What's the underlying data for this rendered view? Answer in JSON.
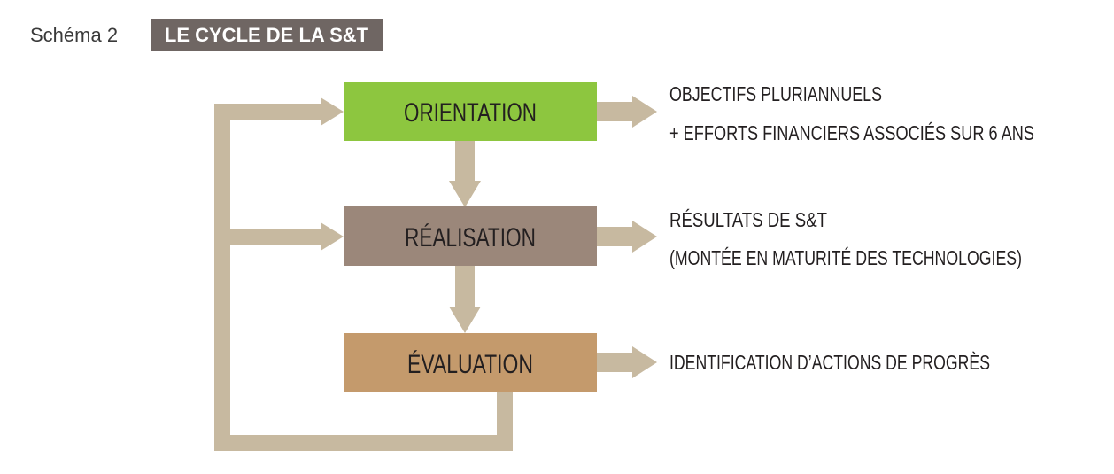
{
  "header": {
    "label": "Schéma 2",
    "title": "LE CYCLE DE LA S&T"
  },
  "steps": [
    {
      "label": "ORIENTATION",
      "color": "#8dc63f",
      "outputs": [
        "OBJECTIFS PLURIANNUELS",
        "+ EFFORTS FINANCIERS ASSOCIÉS SUR 6 ANS"
      ]
    },
    {
      "label": "RÉALISATION",
      "color": "#9b877a",
      "outputs": [
        "RÉSULTATS DE S&T",
        "(MONTÉE EN MATURITÉ DES TECHNOLOGIES)"
      ]
    },
    {
      "label": "ÉVALUATION",
      "color": "#c49a6c",
      "outputs": [
        "IDENTIFICATION D’ACTIONS DE PROGRÈS"
      ]
    }
  ],
  "colors": {
    "arrow": "#c7b9a0",
    "header_bg": "#6f6663",
    "text": "#231f20"
  }
}
